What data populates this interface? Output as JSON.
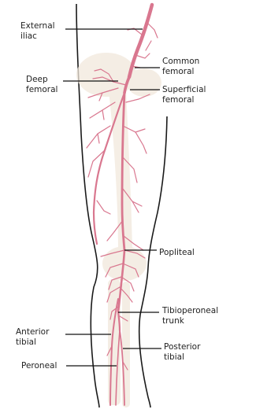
{
  "labels": {
    "external_iliac": "External\niliac",
    "common_femoral": "Common\nfemoral",
    "deep_femoral": "Deep\nfemoral",
    "superficial_femoral": "Superficial\nfemoral",
    "popliteal": "Popliteal",
    "tibioperoneal_trunk": "Tibioperoneal\ntrunk",
    "anterior_tibial": "Anterior\ntibial",
    "posterior_tibial": "Posterior\ntibial",
    "peroneal": "Peroneal"
  },
  "colors": {
    "artery": "#d9778f",
    "artery_dark": "#c95d77",
    "bone": "#f1e8dc",
    "skin_outline": "#1a1a1a",
    "leader": "#111111"
  }
}
